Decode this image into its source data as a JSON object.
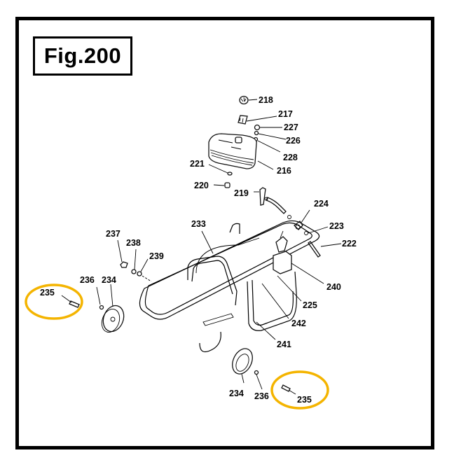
{
  "figure": {
    "label": "Fig.200",
    "highlight_color": "#f4b400",
    "highlighted_parts": [
      "235"
    ]
  },
  "parts": {
    "p218": "218",
    "p217": "217",
    "p227": "227",
    "p226": "226",
    "p228": "228",
    "p216": "216",
    "p221": "221",
    "p220": "220",
    "p219": "219",
    "p224": "224",
    "p223": "223",
    "p222": "222",
    "p233": "233",
    "p237": "237",
    "p238": "238",
    "p239": "239",
    "p240": "240",
    "p225": "225",
    "p242": "242",
    "p241": "241",
    "p236a": "236",
    "p234a": "234",
    "p235a": "235",
    "p234b": "234",
    "p236b": "236",
    "p235b": "235"
  }
}
